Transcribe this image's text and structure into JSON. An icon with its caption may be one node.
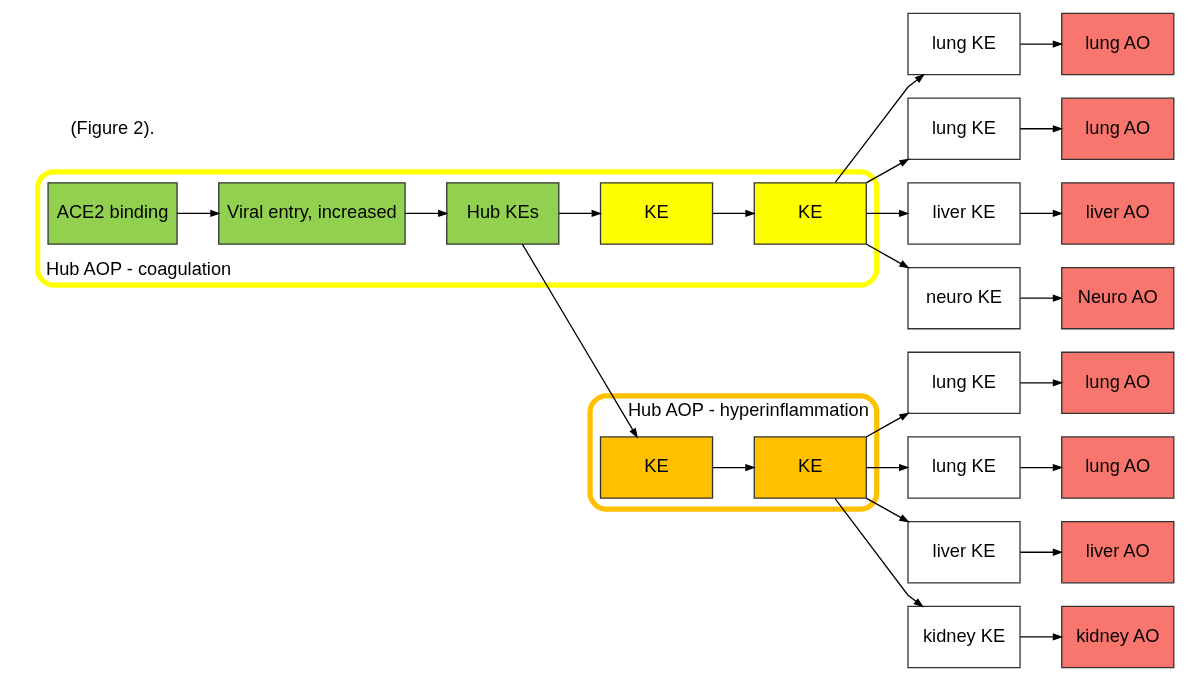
{
  "diagram": {
    "nodes": [
      {
        "text": [
          "Hub AOP - hyperinflammation"
        ]
      },
      {
        "text": [
          "KE"
        ],
        "in": 0
      },
      {
        "text": [
          "KE"
        ],
        "in": 0
      },
      {
        "text": [
          "Hub AOP - coagulation"
        ]
      },
      {
        "text": [
          "ACE2 binding"
        ],
        "in": 3
      },
      {
        "text": [
          "Viral entry, increased"
        ],
        "in": 3
      },
      {
        "text": [
          "Hub KEs"
        ],
        "in": 3
      },
      {
        "text": [
          "KE"
        ],
        "in": 3
      },
      {
        "text": [
          "KE"
        ],
        "in": 3
      },
      {
        "text": [
          "lung KE"
        ]
      },
      {
        "text": [
          "lung AO"
        ]
      },
      {
        "text": [
          "lung KE"
        ]
      },
      {
        "text": [
          "lung AO"
        ]
      },
      {
        "text": [
          "liver KE"
        ]
      },
      {
        "text": [
          "liver AO"
        ]
      },
      {
        "text": [
          "kidney KE"
        ]
      },
      {
        "text": [
          "kidney AO"
        ]
      },
      {
        "text": [
          "lung KE"
        ]
      },
      {
        "text": [
          "lung AO"
        ]
      },
      {
        "text": [
          "lung KE"
        ]
      },
      {
        "text": [
          "lung AO"
        ]
      },
      {
        "text": [
          "liver KE"
        ]
      },
      {
        "text": [
          "liver AO"
        ]
      },
      {
        "text": [
          "neuro KE"
        ]
      },
      {
        "text": [
          "Neuro AO"
        ]
      }
    ],
    "edges": [
      {
        "from": 4,
        "to": 5,
        "arrow": "to"
      },
      {
        "from": 5,
        "to": 6,
        "arrow": "to"
      },
      {
        "from": 6,
        "to": 1,
        "arrow": "to"
      },
      {
        "from": 6,
        "to": 7,
        "arrow": "to"
      },
      {
        "from": 1,
        "to": 2,
        "arrow": "to"
      },
      {
        "from": 7,
        "to": 8,
        "arrow": "to"
      },
      {
        "from": 2,
        "to": 9,
        "arrow": "to"
      },
      {
        "from": 2,
        "to": 11,
        "arrow": "to"
      },
      {
        "from": 2,
        "to": 13,
        "arrow": "to"
      },
      {
        "from": 2,
        "to": 15,
        "arrow": "to"
      },
      {
        "from": 9,
        "to": 10,
        "arrow": "to"
      },
      {
        "from": 11,
        "to": 12,
        "arrow": "to"
      },
      {
        "from": 13,
        "to": 14,
        "arrow": "to"
      },
      {
        "from": 15,
        "to": 16,
        "arrow": "to"
      },
      {
        "from": 8,
        "to": 17,
        "arrow": "to"
      },
      {
        "from": 8,
        "to": 19,
        "arrow": "to"
      },
      {
        "from": 8,
        "to": 21,
        "arrow": "to"
      },
      {
        "from": 8,
        "to": 23,
        "arrow": "to"
      },
      {
        "from": 17,
        "to": 18,
        "arrow": "to"
      },
      {
        "from": 19,
        "to": 20,
        "arrow": "to"
      },
      {
        "from": 21,
        "to": 22,
        "arrow": "to"
      },
      {
        "from": 23,
        "to": 24,
        "arrow": "to"
      }
    ],
    "labels": [
      "(Figure 2)."
    ]
  }
}
